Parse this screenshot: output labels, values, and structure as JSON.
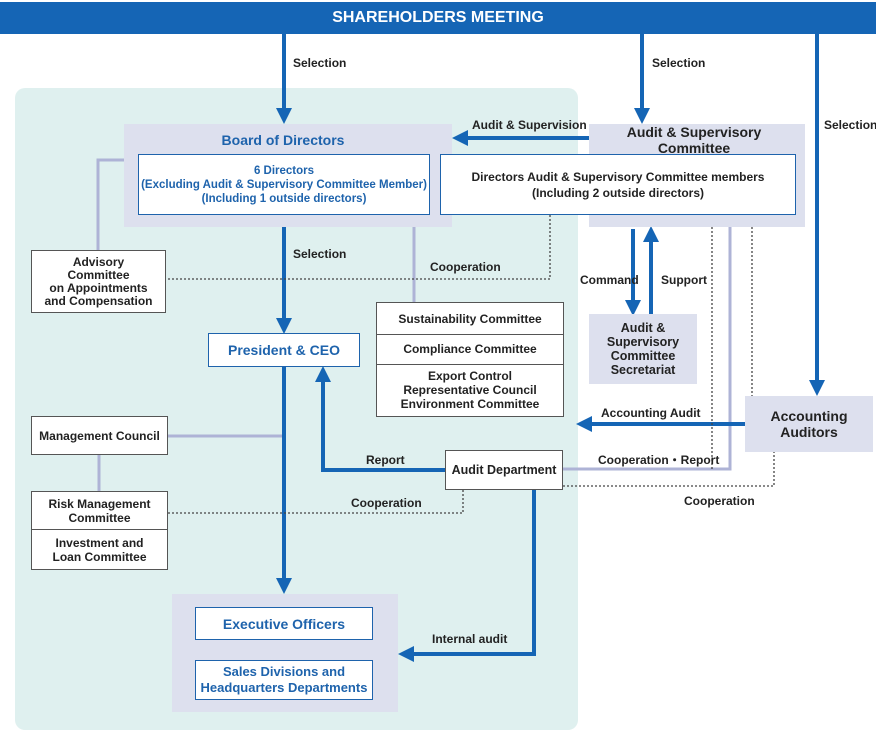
{
  "banner": {
    "title": "SHAREHOLDERS MEETING"
  },
  "labels": {
    "selection_board": "Selection",
    "selection_audit": "Selection",
    "selection_auditors": "Selection",
    "selection_president": "Selection",
    "audit_supervision": "Audit & Supervision",
    "cooperation_advisory": "Cooperation",
    "command": "Command",
    "support": "Support",
    "accounting_audit": "Accounting Audit",
    "report": "Report",
    "cooperation_report": "Cooperation・Report",
    "cooperation_risk": "Cooperation",
    "cooperation_auditors": "Cooperation",
    "internal_audit": "Internal audit"
  },
  "board": {
    "title": "Board of Directors",
    "line1": "6 Directors",
    "line2": "(Excluding Audit & Supervisory Committee Member)",
    "line3": "(Including 1 outside directors)"
  },
  "audit_committee": {
    "title": "Audit & Supervisory Committee",
    "line1": "Directors Audit & Supervisory Committee members",
    "line2": "(Including 2 outside directors)"
  },
  "advisory": {
    "line1": "Advisory",
    "line2": "Committee",
    "line3": "on Appointments",
    "line4": "and Compensation"
  },
  "president": {
    "label": "President & CEO"
  },
  "committees": {
    "sustainability": "Sustainability Committee",
    "compliance": "Compliance Committee",
    "line1": "Export Control",
    "line2": "Representative Council",
    "line3": "Environment Committee"
  },
  "secretariat": {
    "line1": "Audit &",
    "line2": "Supervisory",
    "line3": "Committee",
    "line4": "Secretariat"
  },
  "accounting_auditors": {
    "label": "Accounting Auditors"
  },
  "management_council": {
    "label": "Management Council"
  },
  "audit_department": {
    "label": "Audit Department"
  },
  "risk": {
    "line1": "Risk Management",
    "line2": "Committee",
    "line3": "Investment and",
    "line4": "Loan Committee"
  },
  "executive": {
    "officers": "Executive Officers",
    "line1": "Sales Divisions and",
    "line2": "Headquarters Departments"
  }
}
